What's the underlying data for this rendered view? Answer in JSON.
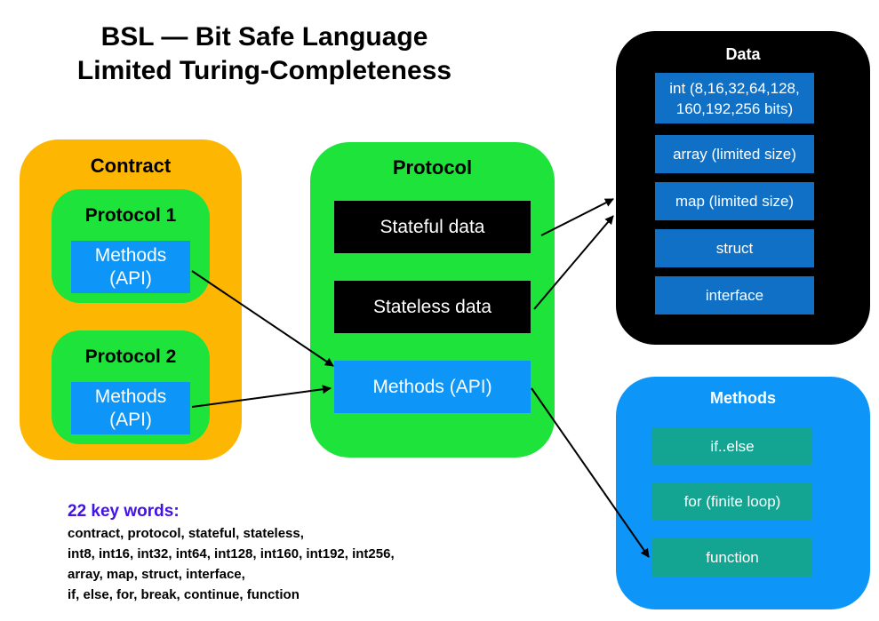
{
  "title": {
    "line1": "BSL — Bit Safe Language",
    "line2": "Limited Turing-Completeness"
  },
  "contract": {
    "label": "Contract",
    "protocols": [
      {
        "label": "Protocol 1",
        "methods_line1": "Methods",
        "methods_line2": "(API)"
      },
      {
        "label": "Protocol 2",
        "methods_line1": "Methods",
        "methods_line2": "(API)"
      }
    ]
  },
  "protocol": {
    "label": "Protocol",
    "stateful": "Stateful data",
    "stateless": "Stateless data",
    "methods": "Methods (API)"
  },
  "data": {
    "label": "Data",
    "items": [
      {
        "line1": "int (8,16,32,64,128,",
        "line2": "160,192,256 bits)"
      },
      {
        "line1": "array (limited size)"
      },
      {
        "line1": "map (limited size)"
      },
      {
        "line1": "struct"
      },
      {
        "line1": "interface"
      }
    ]
  },
  "methods": {
    "label": "Methods",
    "items": [
      "if..else",
      "for (finite loop)",
      "function"
    ]
  },
  "keywords": {
    "heading": "22 key words:",
    "lines": [
      "contract, protocol, stateful, stateless,",
      "int8, int16, int32, int64, int128, int160, int192, int256,",
      "array, map, struct, interface,",
      "if, else, for, break, continue, function"
    ]
  },
  "colors": {
    "contract_panel": "#fdb602",
    "protocol_green": "#1ee33b",
    "methods_api_blue": "#0d96f8",
    "data_panel": "#000000",
    "data_item": "#0f70c6",
    "methods_panel": "#0d96f8",
    "method_item": "#13a592",
    "keyword_heading": "#4212e6"
  }
}
